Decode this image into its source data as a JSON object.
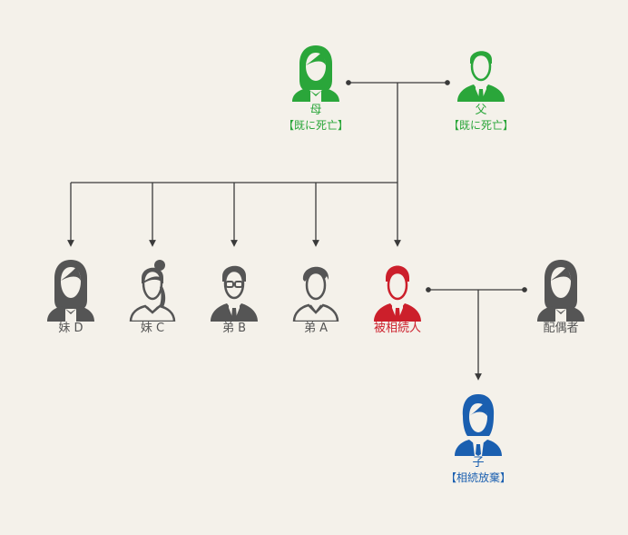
{
  "colors": {
    "deceased": "#2aa63a",
    "sibling": "#555555",
    "decedent": "#cc1f2b",
    "child": "#1a5fb0",
    "line": "#3a3a3a"
  },
  "people": {
    "mother": {
      "label": "母",
      "note": "【既に死亡】",
      "icon": "female-long-hair-icon"
    },
    "father": {
      "label": "父",
      "note": "【既に死亡】",
      "icon": "male-suit-icon"
    },
    "sister_d": {
      "label": "妹 D",
      "icon": "female-long-hair-icon"
    },
    "sister_c": {
      "label": "妹 C",
      "icon": "female-ponytail-icon"
    },
    "brother_b": {
      "label": "弟 B",
      "icon": "male-glasses-icon"
    },
    "brother_a": {
      "label": "弟 A",
      "icon": "male-shaggy-hair-icon"
    },
    "decedent": {
      "label": "被相続人",
      "icon": "male-suit-icon"
    },
    "spouse": {
      "label": "配偶者",
      "icon": "female-long-hair-icon"
    },
    "child": {
      "label": "子",
      "note": "【相続放棄】",
      "icon": "female-short-hair-icon"
    }
  }
}
